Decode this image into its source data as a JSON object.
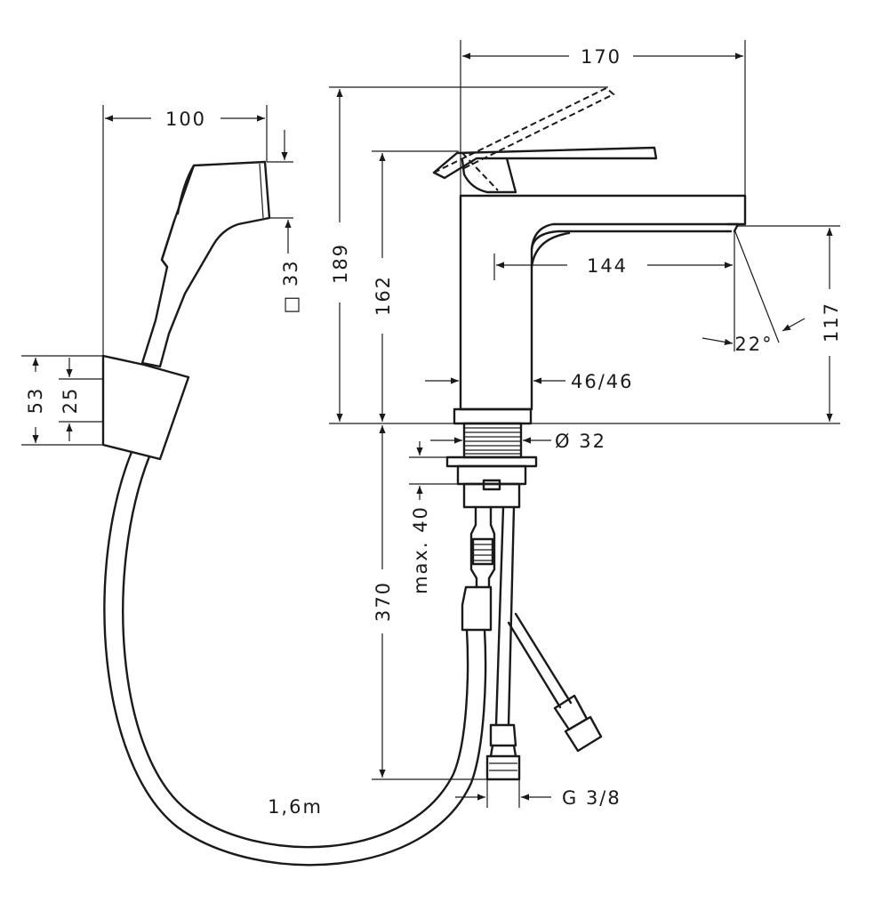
{
  "dimensions": {
    "handshower_length": "100",
    "handshower_square": "□ 33",
    "holder_height": "53",
    "holder_inner": "25",
    "total_length": "170",
    "total_height": "189",
    "spout_height_lever": "162",
    "spout_reach": "144",
    "outlet_height": "117",
    "spray_angle": "22°",
    "body_section": "46/46",
    "shank_diameter": "Ø 32",
    "max_counter_thickness": "max. 40",
    "hose_connection_length": "370",
    "hose_length": "1,6m",
    "thread": "G 3/8"
  }
}
